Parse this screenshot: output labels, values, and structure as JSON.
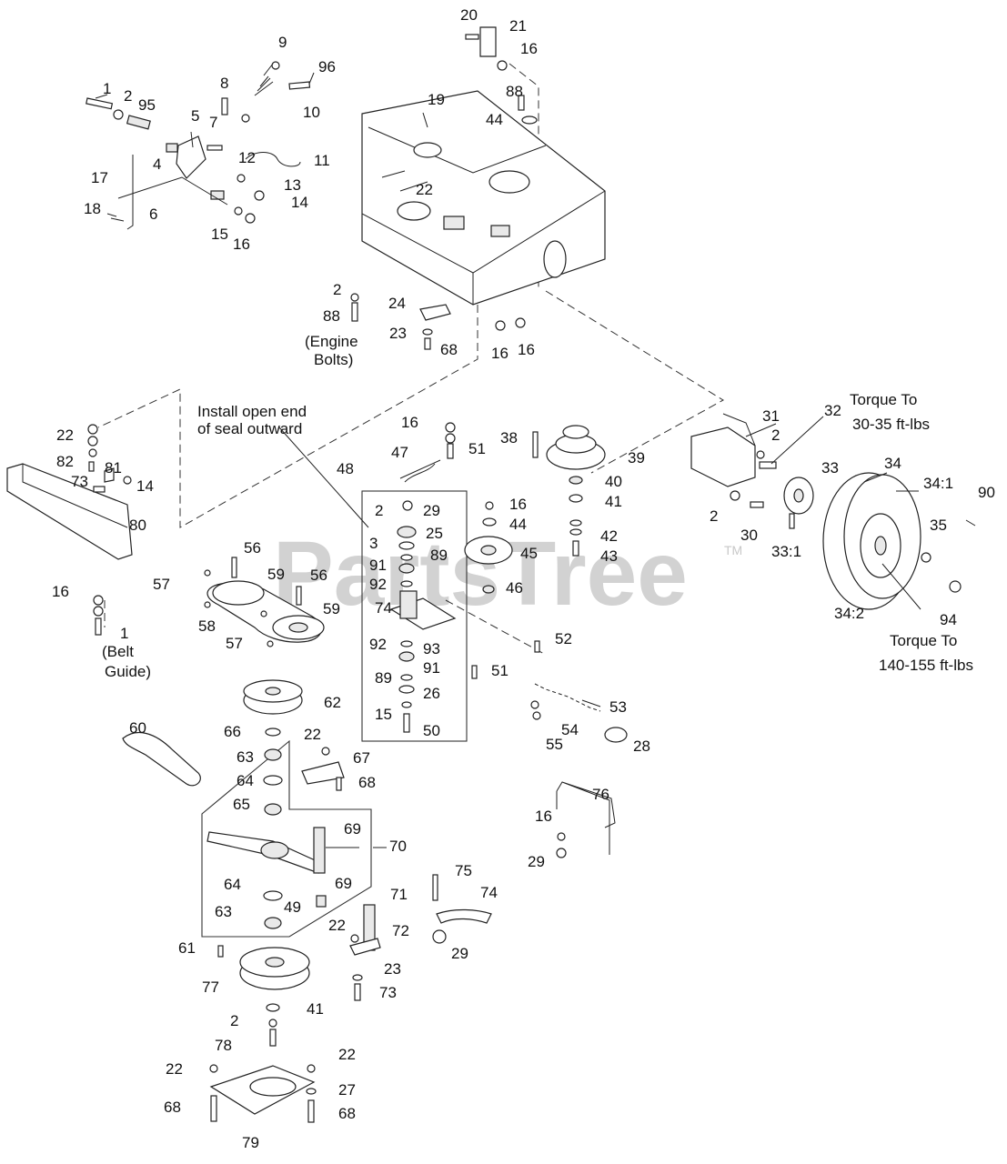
{
  "watermark": {
    "text": "PartsTree",
    "trademark": "TM"
  },
  "notes": {
    "install_seal": [
      "Install open end",
      "of seal outward"
    ],
    "engine_bolts": [
      "(Engine",
      "Bolts)"
    ],
    "belt_guide": [
      "(Belt",
      "Guide)"
    ],
    "torque_axle": [
      "Torque To",
      "30-35 ft-lbs"
    ],
    "torque_wheel": [
      "Torque To",
      "140-155 ft-lbs"
    ]
  },
  "callouts": [
    "1",
    "2",
    "95",
    "8",
    "9",
    "96",
    "10",
    "5",
    "7",
    "4",
    "12",
    "11",
    "17",
    "6",
    "13",
    "14",
    "18",
    "15",
    "16",
    "20",
    "21",
    "16",
    "88",
    "44",
    "19",
    "22",
    "2",
    "88",
    "24",
    "23",
    "68",
    "16",
    "16",
    "22",
    "82",
    "81",
    "73",
    "14",
    "80",
    "16",
    "47",
    "51",
    "48",
    "2",
    "29",
    "3",
    "25",
    "91",
    "89",
    "92",
    "74",
    "93",
    "92",
    "91",
    "89",
    "26",
    "15",
    "50",
    "38",
    "39",
    "16",
    "44",
    "45",
    "46",
    "40",
    "41",
    "42",
    "43",
    "31",
    "32",
    "2",
    "33",
    "34",
    "34:1",
    "90",
    "2",
    "30",
    "33:1",
    "35",
    "34:2",
    "94",
    "56",
    "57",
    "59",
    "56",
    "58",
    "59",
    "57",
    "16",
    "1",
    "52",
    "51",
    "53",
    "54",
    "55",
    "28",
    "62",
    "60",
    "66",
    "22",
    "67",
    "63",
    "64",
    "68",
    "65",
    "69",
    "70",
    "64",
    "69",
    "49",
    "63",
    "71",
    "72",
    "22",
    "23",
    "73",
    "61",
    "77",
    "41",
    "2",
    "78",
    "22",
    "22",
    "27",
    "68",
    "68",
    "79",
    "76",
    "16",
    "29",
    "75",
    "74",
    "29"
  ]
}
